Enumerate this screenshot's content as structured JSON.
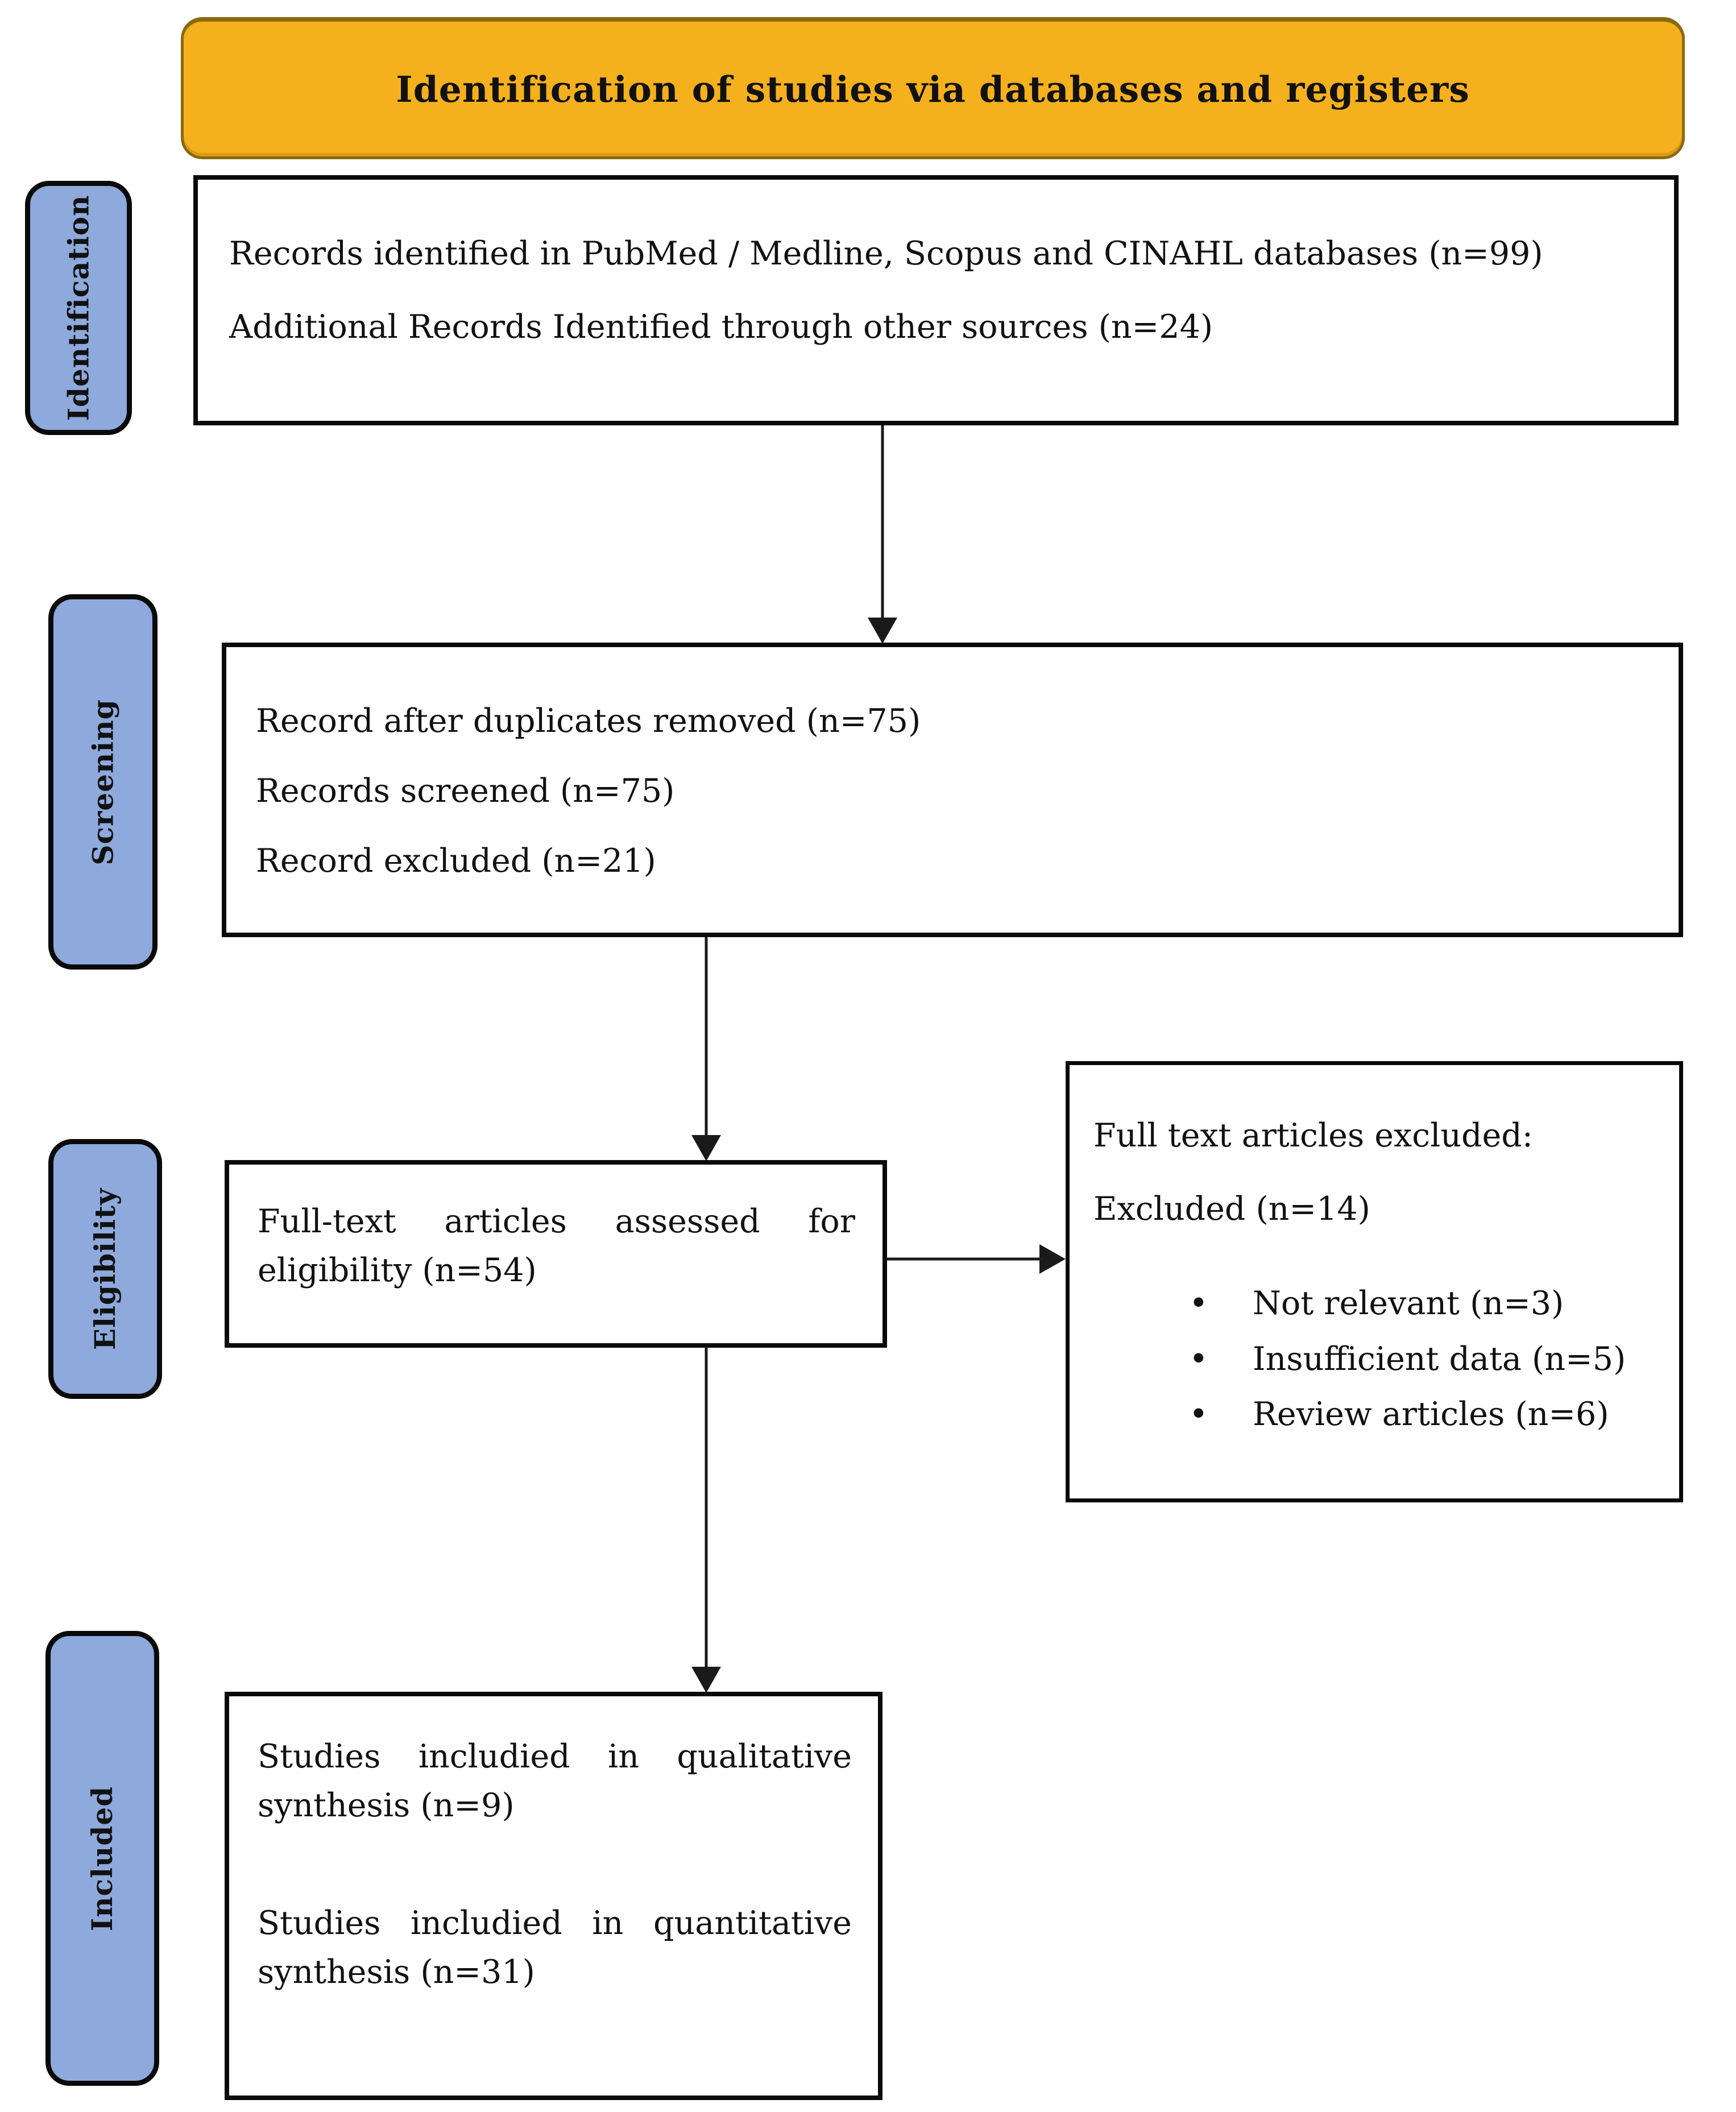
{
  "banner": {
    "title": "Identification of studies via databases and registers"
  },
  "stages": {
    "identification": "Identification",
    "screening": "Screening",
    "eligibility": "Eligibility",
    "included": "Included"
  },
  "identification_box": {
    "line1": "Records identified in PubMed / Medline, Scopus and CINAHL databases (n=99)",
    "line2": "Additional Records Identified through other sources (n=24)"
  },
  "screening_box": {
    "line1": "Record after duplicates removed (n=75)",
    "line2": "Records screened (n=75)",
    "line3": "Record excluded (n=21)"
  },
  "eligibility_box": {
    "text": "Full-text articles assessed for eligibility (n=54)"
  },
  "excluded_box": {
    "title": "Full text articles excluded:",
    "count_line": "Excluded (n=14)",
    "bullets": [
      "Not relevant (n=3)",
      "Insufficient data (n=5)",
      "Review articles (n=6)"
    ]
  },
  "included_box": {
    "paragraph1": "Studies includied in qualitative synthesis (n=9)",
    "paragraph2": "Studies includied in quantitative synthesis (n=31)"
  },
  "colors": {
    "banner_fill": "#F5B01E",
    "banner_edge": "#8a6a10",
    "stage_fill": "#8EA9DB",
    "box_border": "#0a0a0a",
    "text": "#111111"
  }
}
